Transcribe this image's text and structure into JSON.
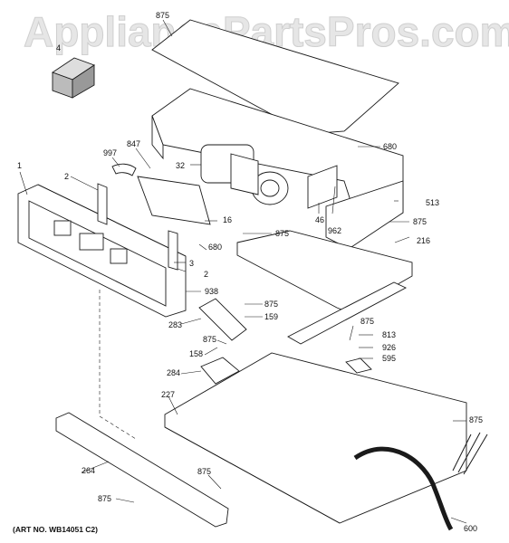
{
  "watermark": "AppliancePartsPros.com",
  "art_number": "(ART NO. WB14051 C2)",
  "callouts": [
    "875",
    "4",
    "680",
    "513",
    "875",
    "216",
    "46",
    "962",
    "875",
    "1",
    "2",
    "3",
    "2",
    "680",
    "16",
    "32",
    "847",
    "997",
    "938",
    "875",
    "159",
    "283",
    "875",
    "158",
    "284",
    "227",
    "875",
    "813",
    "926",
    "595",
    "875",
    "264",
    "875",
    "875",
    "600"
  ],
  "colors": {
    "line": "#1a1a1a",
    "fill": "#ffffff",
    "watermark": "#e6e6e6"
  }
}
